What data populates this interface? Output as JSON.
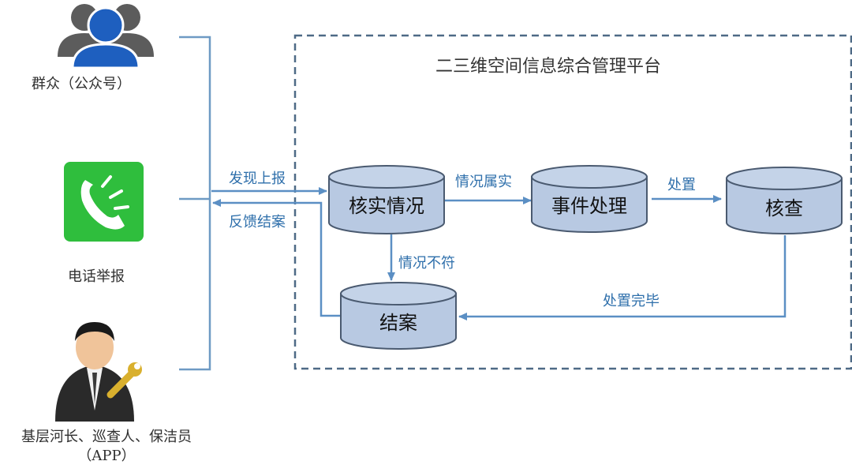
{
  "platform": {
    "title": "二三维空间信息综合管理平台"
  },
  "sources": [
    {
      "label": "群众（公众号）",
      "icon": "group-users-icon"
    },
    {
      "label": "电话举报",
      "icon": "phone-call-icon"
    },
    {
      "label_line1": "基层河长、巡查人、保洁员",
      "label_line2": "（APP）",
      "icon": "inspector-person-icon"
    }
  ],
  "nodes": {
    "verify": "核实情况",
    "process": "事件处理",
    "check": "核查",
    "close": "结案"
  },
  "flows": {
    "report": "发现上报",
    "feedback": "反馈结案",
    "confirmed": "情况属实",
    "dispose": "处置",
    "mismatch": "情况不符",
    "disposed": "处置完毕"
  },
  "colors": {
    "line": "#6e9ac4",
    "arrow": "#5b8fc4",
    "cylinder_fill": "#b8c9e2",
    "cylinder_stroke": "#4a5a70",
    "phone_green": "#2fbe3d",
    "users_blue": "#1e5fbf",
    "users_gray": "#5c5c5c"
  }
}
